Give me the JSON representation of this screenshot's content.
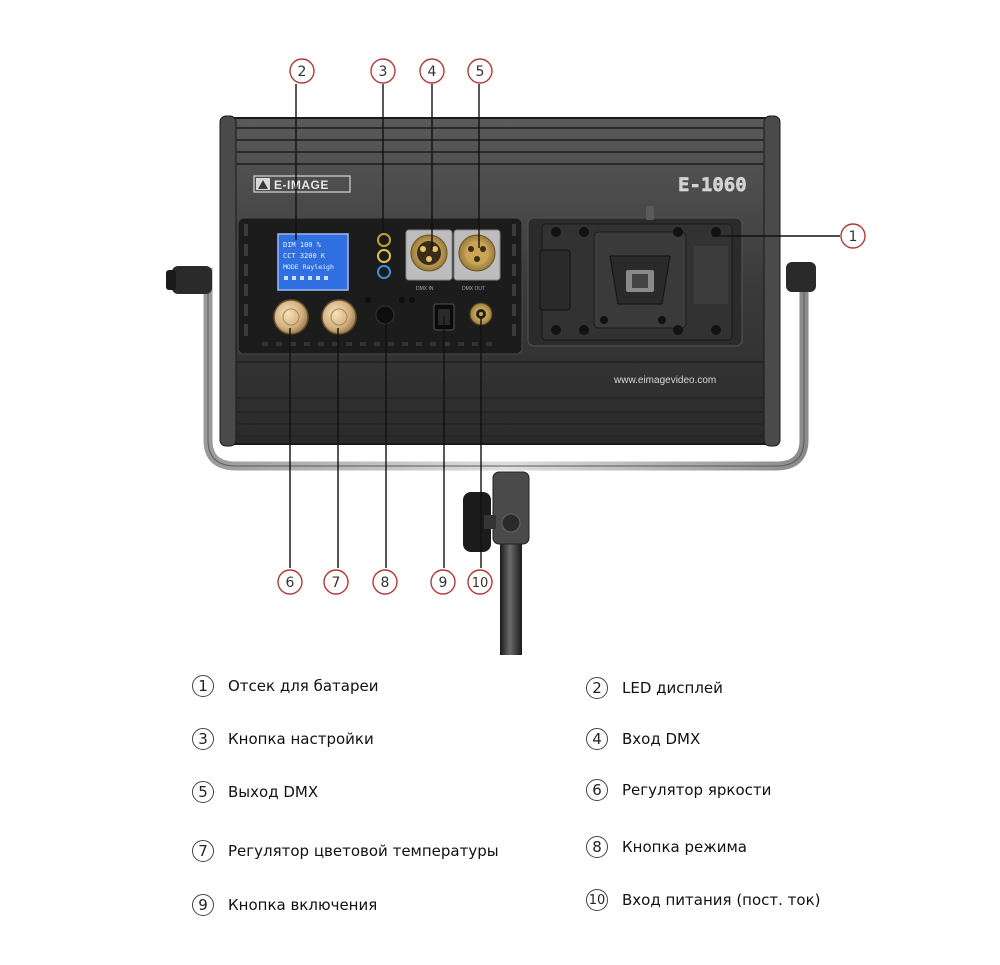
{
  "panel": {
    "brand": "E-IMAGE",
    "model": "E-1060",
    "website": "www.eimagevideo.com",
    "display_lines": [
      "DIM 100 %",
      "CCT 3200 K",
      "MODE Rayleigh"
    ],
    "xlr_in_label": "DMX IN",
    "xlr_out_label": "DMX OUT"
  },
  "callouts": [
    "1",
    "2",
    "3",
    "4",
    "5",
    "6",
    "7",
    "8",
    "9",
    "10"
  ],
  "legend": [
    {
      "number": "1",
      "text": "Отсек для батареи"
    },
    {
      "number": "2",
      "text": "LED дисплей"
    },
    {
      "number": "3",
      "text": "Кнопка настройки"
    },
    {
      "number": "4",
      "text": "Вход DMX"
    },
    {
      "number": "5",
      "text": "Выход DMX"
    },
    {
      "number": "6",
      "text": "Регулятор яркости"
    },
    {
      "number": "7",
      "text": "Регулятор цветовой температуры"
    },
    {
      "number": "8",
      "text": "Кнопка режима"
    },
    {
      "number": "9",
      "text": "Кнопка включения"
    },
    {
      "number": "10",
      "text": "Вход питания (пост. ток)"
    }
  ],
  "colors": {
    "housing": "#3a3a3a",
    "housing_dark": "#242424",
    "lcd": "#2f6fe0",
    "knob": "#d9b98a",
    "callout_stroke": "#b23a3a"
  }
}
